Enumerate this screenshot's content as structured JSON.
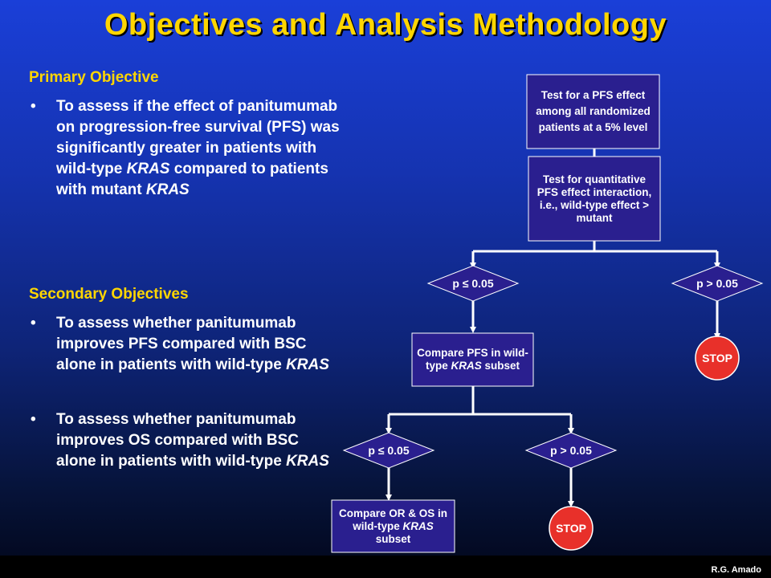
{
  "slide": {
    "title": "Objectives and Analysis Methodology",
    "credit": "R.G. Amado"
  },
  "colors": {
    "title": "#ffd600",
    "heading": "#ffd600",
    "box_fill": "#2a1f8f",
    "stop_fill": "#e8302a",
    "line": "#ffffff"
  },
  "objectives": {
    "primary_heading": "Primary Objective",
    "primary_bullet": {
      "pre": "To assess if the effect of panitumumab on progression-free survival (PFS) was significantly greater in patients with wild-type ",
      "kras1": "KRAS",
      "mid": " compared to patients with mutant ",
      "kras2": "KRAS"
    },
    "secondary_heading": "Secondary Objectives",
    "secondary_bullets": [
      {
        "pre": "To assess whether panitumumab improves PFS compared with BSC alone in patients with wild-type ",
        "kras": "KRAS"
      },
      {
        "pre": "To assess whether panitumumab improves OS compared with BSC alone in patients with wild-type ",
        "kras": "KRAS"
      }
    ],
    "bullet_symbol": "•"
  },
  "flowchart": {
    "box1": "Test for a PFS effect among all randomized patients at a 5% level",
    "box2": "Test for quantitative PFS effect interaction, i.e., wild-type effect > mutant",
    "decision_left_1": "p ≤ 0.05",
    "decision_right_1": "p > 0.05",
    "stop_1": "STOP",
    "box3_pre": "Compare PFS in wild-type ",
    "box3_kras": "KRAS",
    "box3_post": " subset",
    "decision_left_2": "p ≤ 0.05",
    "decision_right_2": "p > 0.05",
    "stop_2": "STOP",
    "box4_pre": "Compare OR & OS in wild-type ",
    "box4_kras": "KRAS",
    "box4_post": " subset"
  }
}
